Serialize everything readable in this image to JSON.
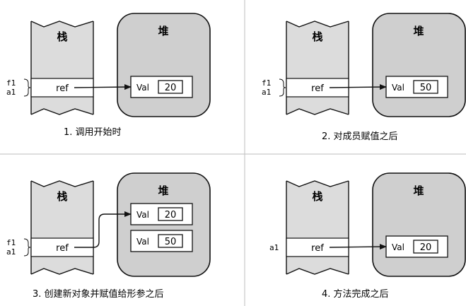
{
  "colors": {
    "stack_fill": "#dcdcdc",
    "heap_fill": "#cfcfcf",
    "line": "#111111",
    "divider": "#bdbdbd",
    "box_fill": "#ffffff"
  },
  "panels": [
    {
      "stack_label": "栈",
      "heap_label": "堆",
      "ref_label": "ref",
      "var_labels": [
        "f1",
        "a1"
      ],
      "objects": [
        {
          "field": "Val",
          "value": "20"
        }
      ],
      "ref_target_index": 0,
      "caption": "1. 调用开始时"
    },
    {
      "stack_label": "栈",
      "heap_label": "堆",
      "ref_label": "ref",
      "var_labels": [
        "f1",
        "a1"
      ],
      "objects": [
        {
          "field": "Val",
          "value": "50"
        }
      ],
      "ref_target_index": 0,
      "caption": "2. 对成员赋值之后"
    },
    {
      "stack_label": "栈",
      "heap_label": "堆",
      "ref_label": "ref",
      "var_labels": [
        "f1",
        "a1"
      ],
      "objects": [
        {
          "field": "Val",
          "value": "20"
        },
        {
          "field": "Val",
          "value": "50"
        }
      ],
      "ref_target_index": 0,
      "caption": "3. 创建新对象并赋值给形参之后"
    },
    {
      "stack_label": "栈",
      "heap_label": "堆",
      "ref_label": "ref",
      "var_labels": [
        "a1"
      ],
      "objects": [
        {
          "field": "Val",
          "value": "20"
        }
      ],
      "ref_target_index": 0,
      "caption": "4. 方法完成之后"
    }
  ]
}
